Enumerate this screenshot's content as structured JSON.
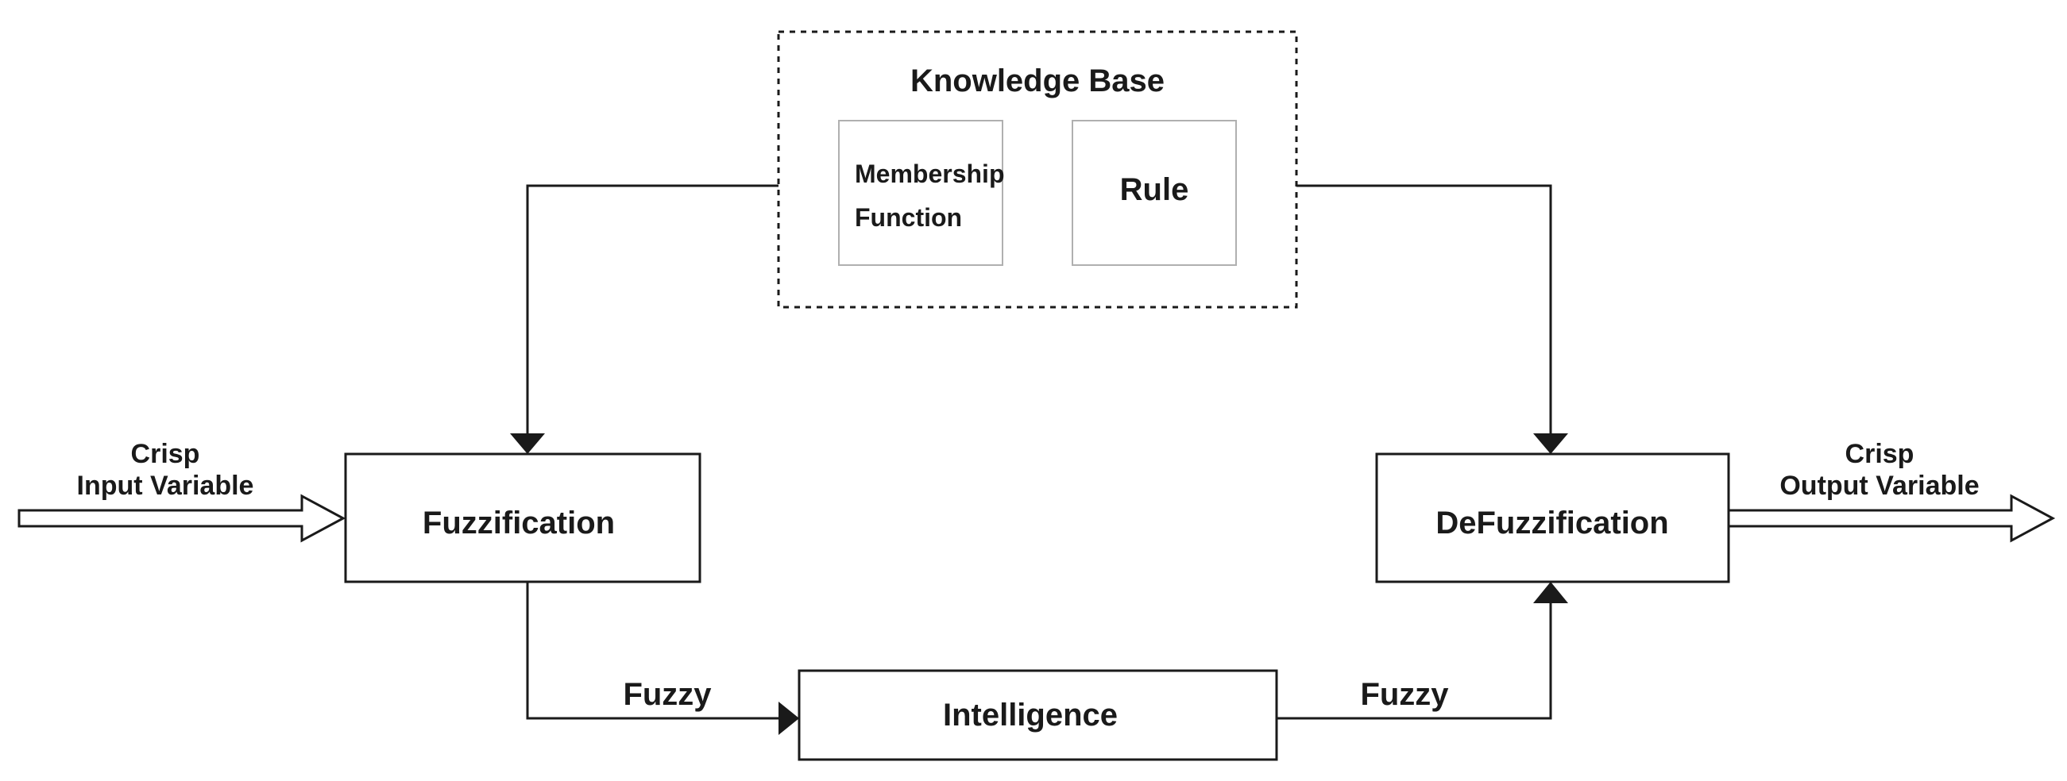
{
  "knowledge_base": {
    "title": "Knowledge Base",
    "membership_line1": "Membership",
    "membership_line2": "Function",
    "rule": "Rule"
  },
  "blocks": {
    "fuzzification": "Fuzzification",
    "defuzzification": "DeFuzzification",
    "intelligence": "Intelligence"
  },
  "labels": {
    "input_line1": "Crisp",
    "input_line2": "Input Variable",
    "output_line1": "Crisp",
    "output_line2": "Output Variable",
    "fuzzy_left": "Fuzzy",
    "fuzzy_right": "Fuzzy"
  }
}
